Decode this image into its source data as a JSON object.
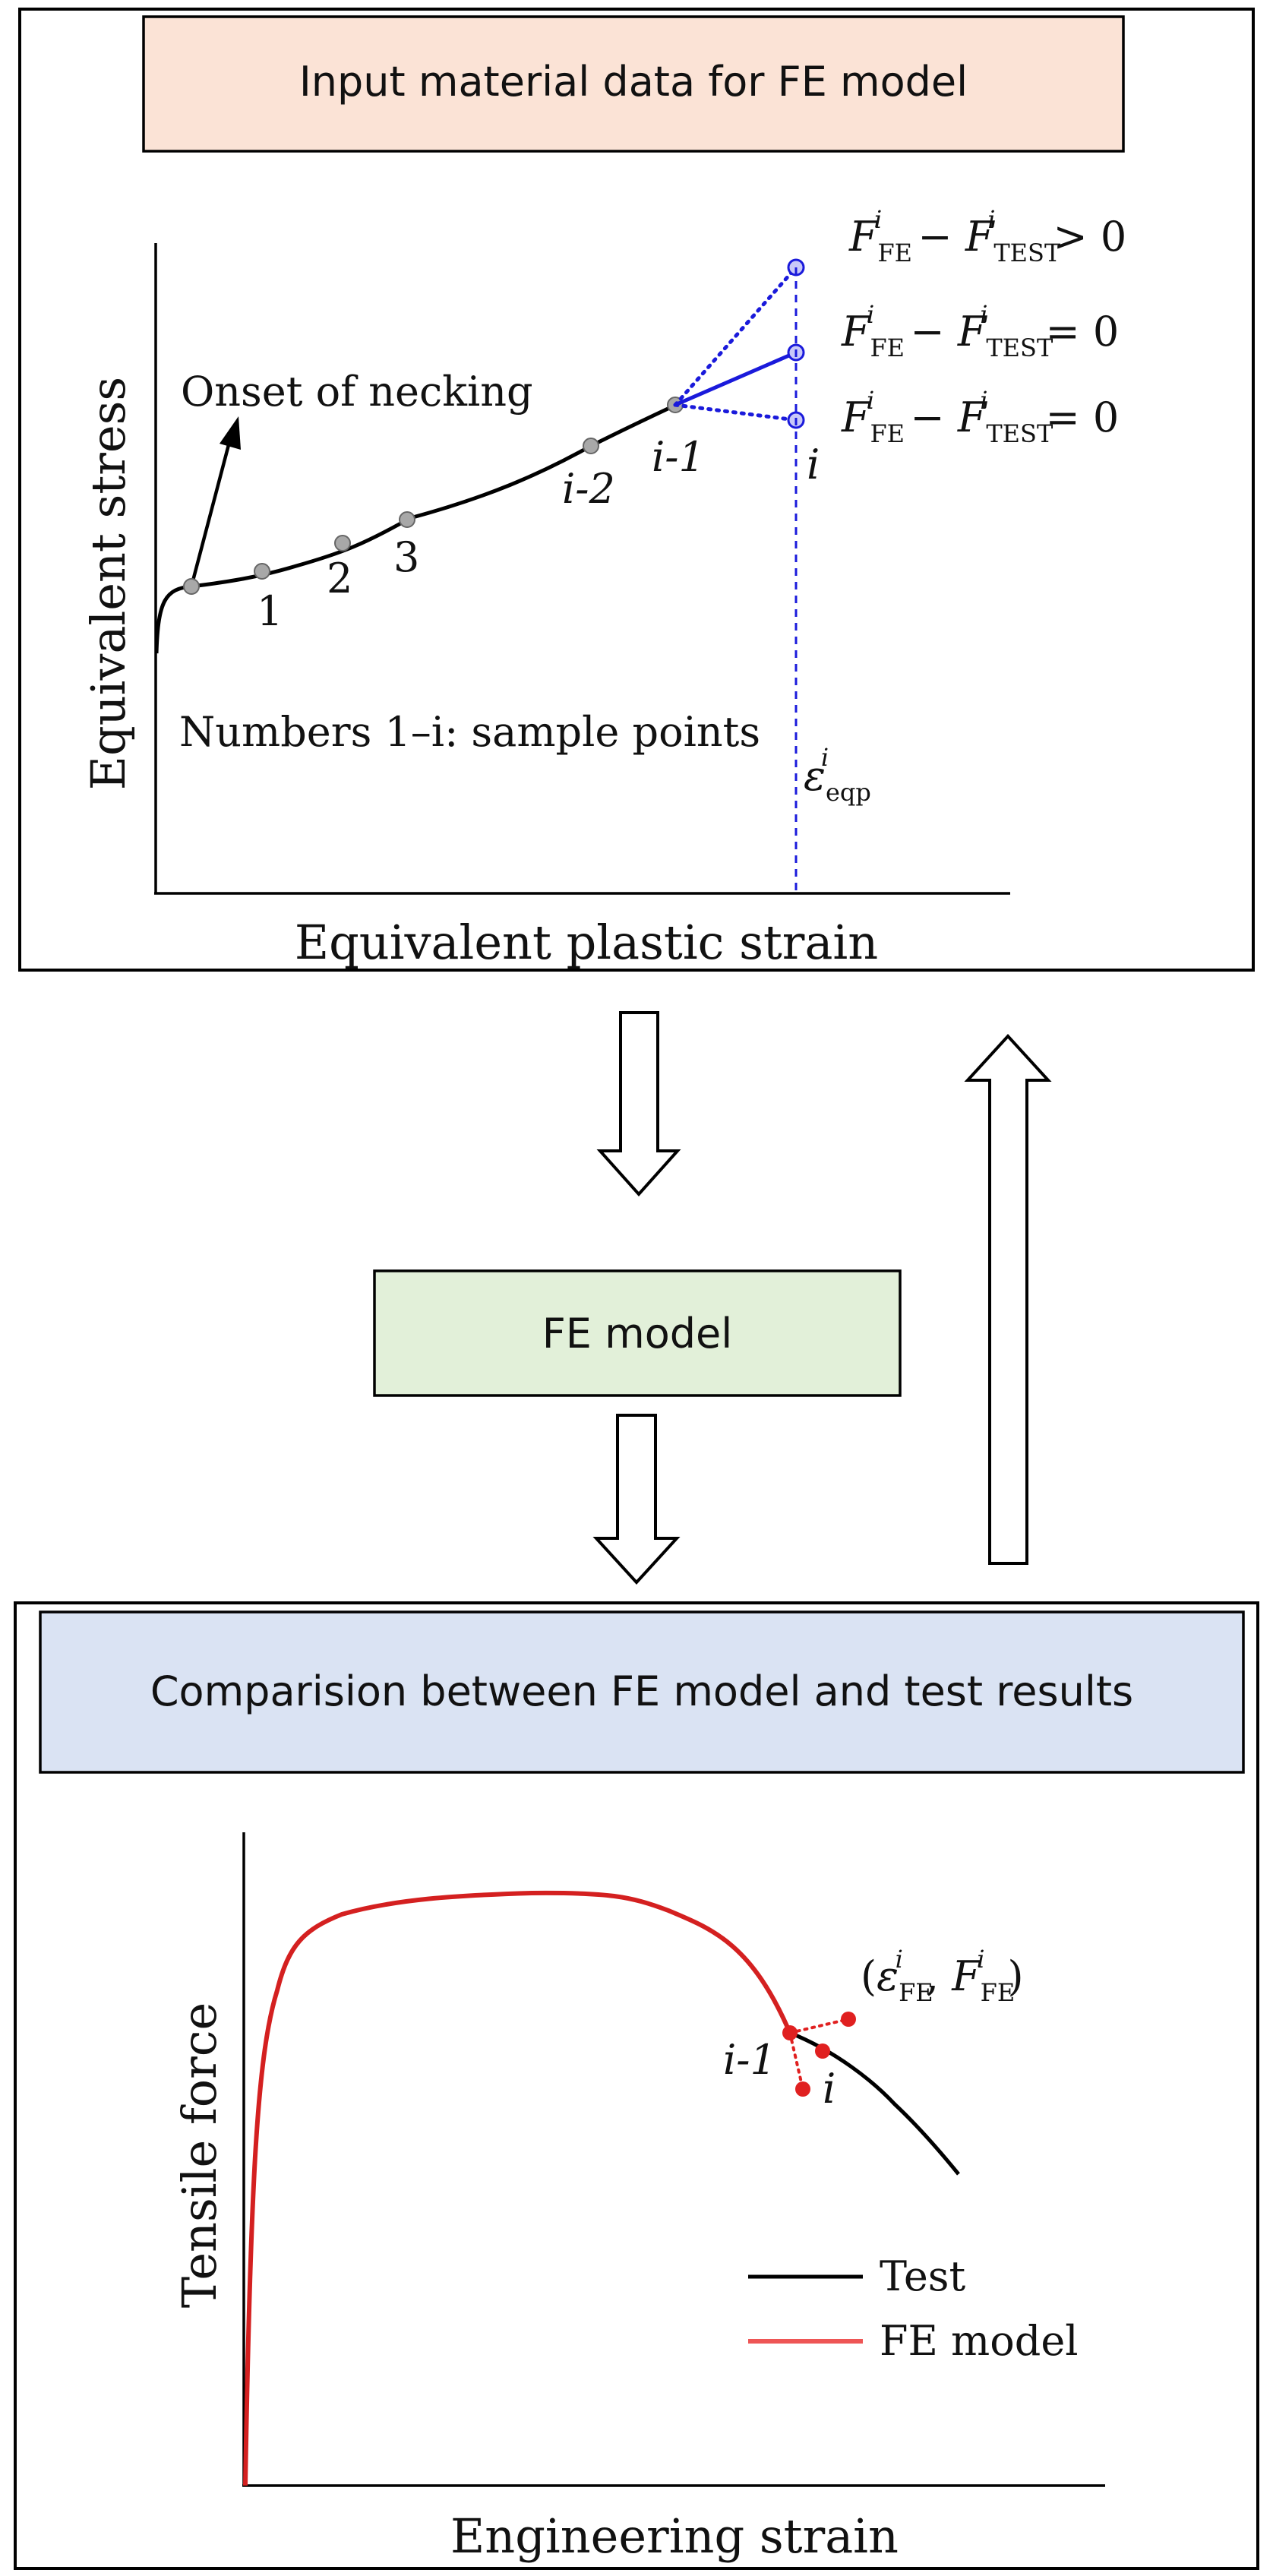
{
  "top_panel": {
    "title": "Input material data for FE model",
    "x_axis_label": "Equivalent plastic strain",
    "y_axis_label": "Equivalent stress",
    "necking_label": "Onset of necking",
    "sample_note": "Numbers 1–i: sample points",
    "point_labels": [
      "1",
      "2",
      "3",
      "i-2",
      "i-1",
      "i"
    ],
    "strain_symbol": {
      "base": "ε",
      "sup": "i",
      "sub": "eqp"
    },
    "conditions": [
      {
        "lhs_sub": "FE",
        "rhs_sub": "TEST",
        "sup": "i",
        "relation": "> 0"
      },
      {
        "lhs_sub": "FE",
        "rhs_sub": "TEST",
        "sup": "i",
        "relation": "= 0"
      },
      {
        "lhs_sub": "FE",
        "rhs_sub": "TEST",
        "sup": "i",
        "relation": "= 0"
      }
    ]
  },
  "middle": {
    "model_label": "FE model"
  },
  "bottom_panel": {
    "title": "Comparision between FE model and test results",
    "x_axis_label": "Engineering strain",
    "y_axis_label": "Tensile force",
    "point_labels": [
      "i-1",
      "i"
    ],
    "point_annotation": {
      "open": "(",
      "eps": "ε",
      "sub": "FE",
      "sup": "i",
      "sep": ", ",
      "f": "F",
      "close": ")"
    },
    "legend": [
      {
        "name": "Test",
        "color": "#000000"
      },
      {
        "name": "FE model",
        "color": "#ee5555"
      }
    ]
  },
  "colors": {
    "title_box_top": "#fbe3d6",
    "model_box": "#e2f0d9",
    "title_box_bottom": "#dae3f3",
    "blue": "#1a1adb",
    "red_curve": "#d42020",
    "red_dot": "#e02020",
    "gray_dot": "#a8a8a8"
  }
}
